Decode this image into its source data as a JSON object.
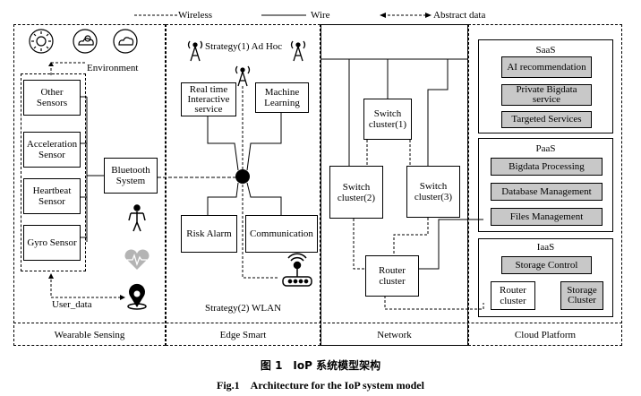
{
  "legend": {
    "wireless": "Wireless",
    "wire": "Wire",
    "abstract": "Abstract data"
  },
  "wearable": {
    "environment": "Environment",
    "sensors": [
      "Other Sensors",
      "Acceleration Sensor",
      "Heartbeat Sensor",
      "Gyro Sensor"
    ],
    "bluetooth": "Bluetooth System",
    "user_data": "User_data",
    "footer": "Wearable Sensing"
  },
  "edge": {
    "strategy1": "Strategy(1) Ad Hoc",
    "realtime": "Real time Interactive service",
    "ml": "Machine Learning",
    "risk": "Risk Alarm",
    "comm": "Communication",
    "strategy2": "Strategy(2) WLAN",
    "footer": "Edge Smart"
  },
  "network": {
    "switch1": "Switch cluster(1)",
    "switch2": "Switch cluster(2)",
    "switch3": "Switch cluster(3)",
    "router": "Router cluster",
    "footer": "Network"
  },
  "cloud": {
    "saas": "SaaS",
    "saas_items": [
      "AI recommendation",
      "Private Bigdata service",
      "Targeted Services"
    ],
    "paas": "PaaS",
    "paas_items": [
      "Bigdata Processing",
      "Database Management",
      "Files Management"
    ],
    "iaas": "IaaS",
    "storage_control": "Storage Control",
    "router": "Router cluster",
    "storage_cluster": "Storage Cluster",
    "footer": "Cloud Platform"
  },
  "captions": {
    "cn": "图 1　IoP 系统模型架构",
    "en": "Fig.1　Architecture for the IoP system model"
  },
  "colors": {
    "gray_fill": "#c8c8c8",
    "heart": "#b4b4b4"
  },
  "icons": [
    "sun-icon",
    "cloud-sun-icon",
    "cloud-icon",
    "human-figure-icon",
    "heart-icon",
    "location-pin-icon",
    "antenna-tower-icon",
    "hub-node-icon",
    "router-icon"
  ]
}
